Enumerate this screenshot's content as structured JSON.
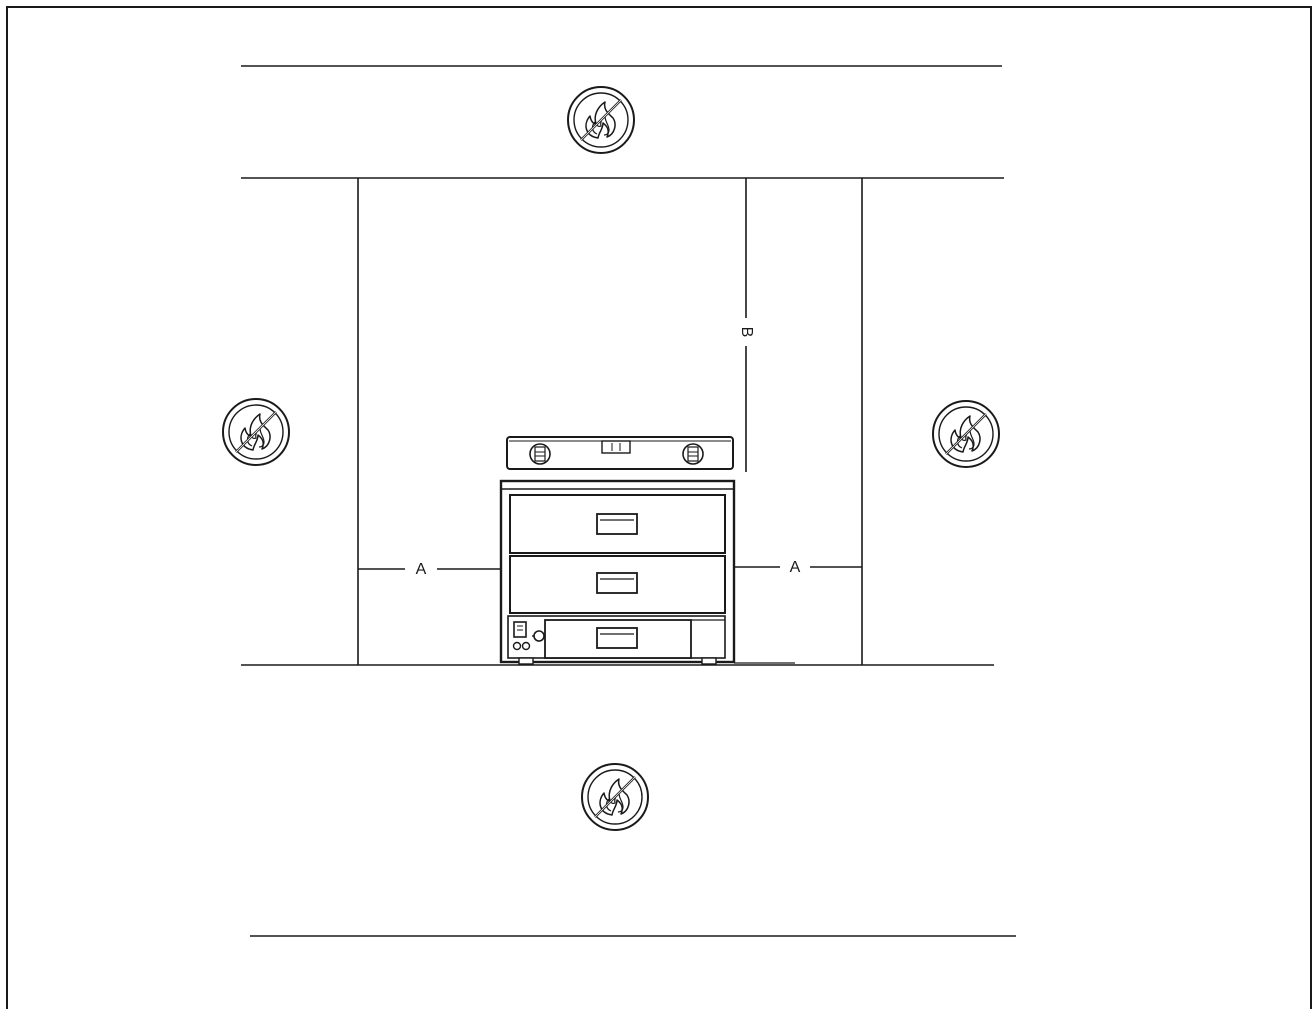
{
  "diagram": {
    "dimension_labels": {
      "side_left": "A",
      "side_right": "A",
      "top_clearance": "B"
    },
    "icons": [
      "no-fire-icon",
      "no-fire-icon",
      "no-fire-icon",
      "no-fire-icon",
      "spirit-level-icon",
      "drawer-warmer-icon"
    ],
    "colors": {
      "line": "#1a1a1a",
      "background": "#ffffff"
    }
  }
}
